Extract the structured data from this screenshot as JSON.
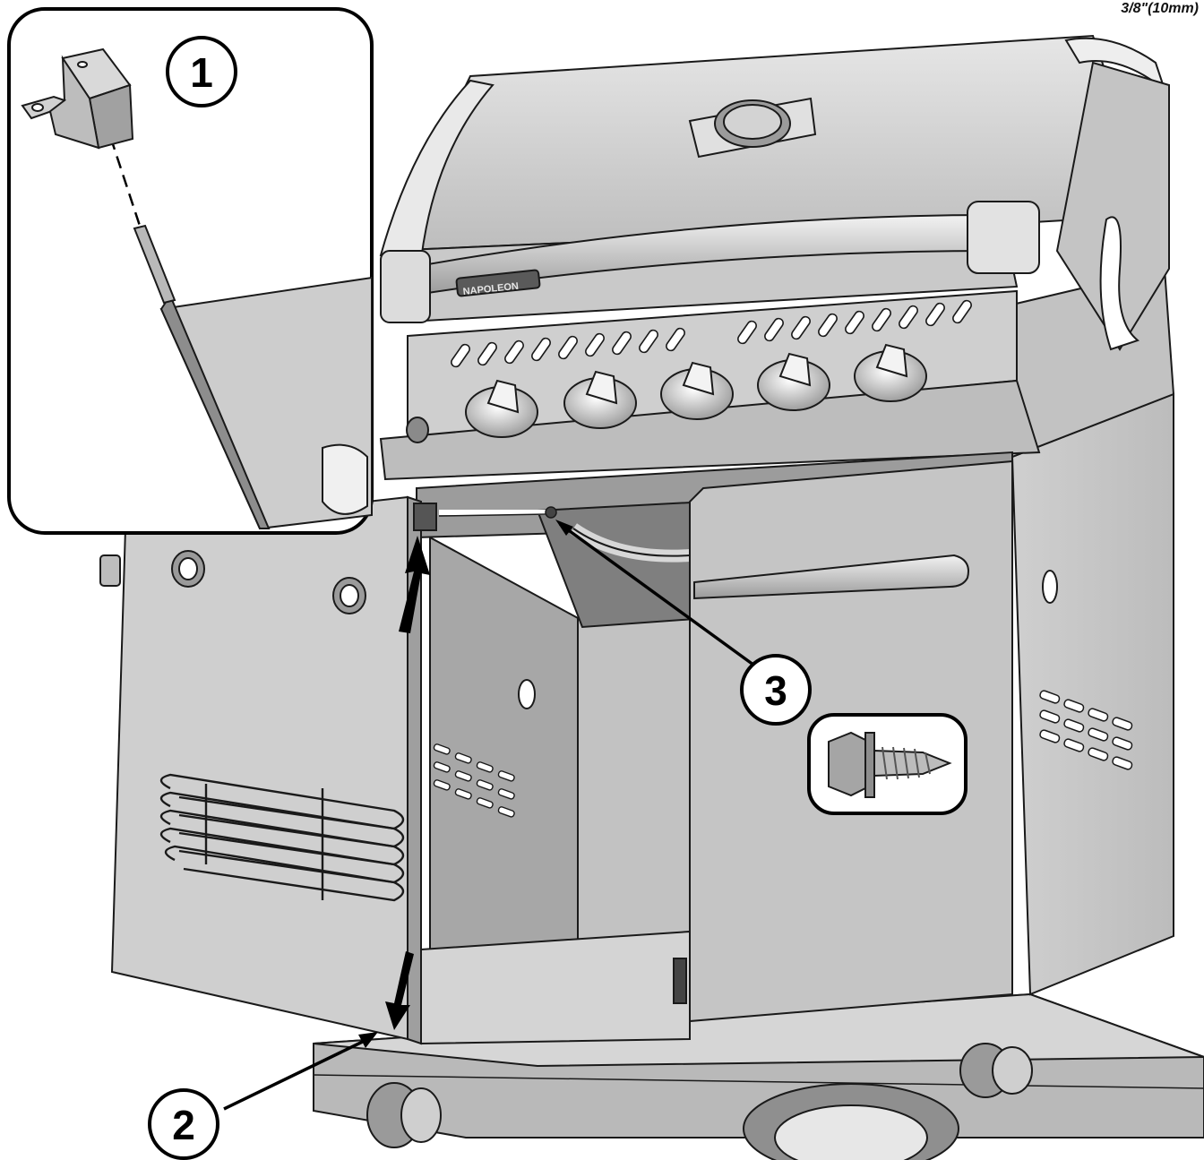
{
  "header": {
    "size_note": "3/8\"(10mm)"
  },
  "grill": {
    "brand": "NAPOLEON"
  },
  "callouts": [
    {
      "id": "1",
      "label": "1"
    },
    {
      "id": "2",
      "label": "2"
    },
    {
      "id": "3",
      "label": "3"
    }
  ],
  "colors": {
    "line": "#1a1a1a",
    "panel_light": "#dcdcdc",
    "panel_mid": "#c7c7c7",
    "panel_dark": "#a9a9a9",
    "panel_shadow": "#8c8c8c"
  },
  "icons": [
    "bracket-icon",
    "screw-icon",
    "arrow-up-icon",
    "arrow-down-icon"
  ]
}
